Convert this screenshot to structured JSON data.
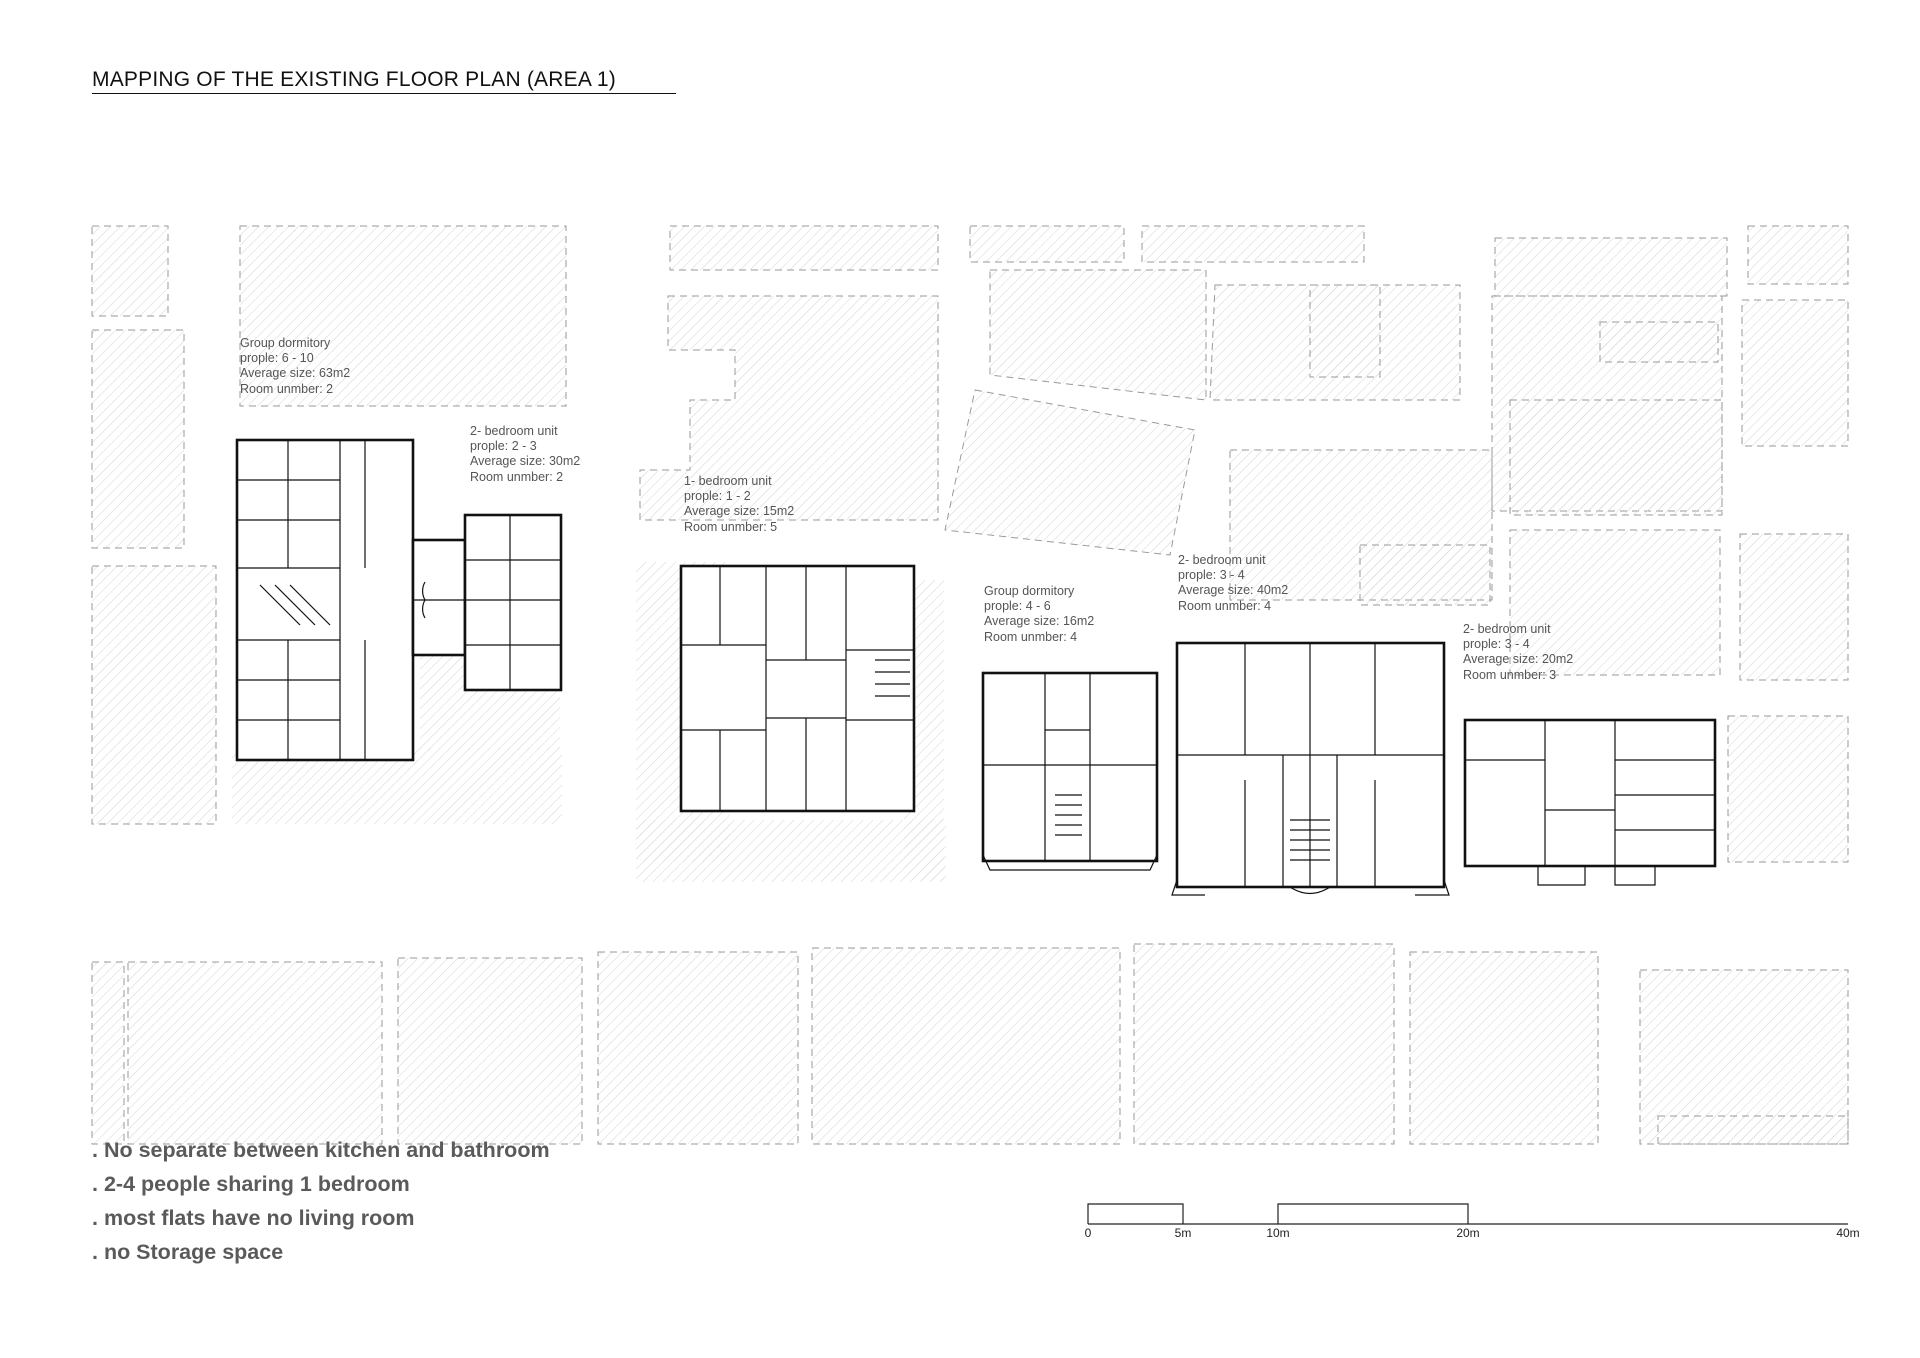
{
  "title": "MAPPING OF THE EXISTING FLOOR PLAN (AREA 1)",
  "units": [
    {
      "type": "Group dormitory",
      "people": "prople: 6 - 10",
      "size": "Average size: 63m2",
      "rooms": "Room unmber: 2"
    },
    {
      "type": "2- bedroom unit",
      "people": "prople: 2 - 3",
      "size": "Average size: 30m2",
      "rooms": "Room unmber: 2"
    },
    {
      "type": "1- bedroom unit",
      "people": "prople: 1 - 2",
      "size": "Average size: 15m2",
      "rooms": "Room unmber: 5"
    },
    {
      "type": "Group dormitory",
      "people": "prople: 4 - 6",
      "size": "Average size: 16m2",
      "rooms": "Room unmber: 4"
    },
    {
      "type": "2- bedroom unit",
      "people": "prople: 3 - 4",
      "size": "Average size: 40m2",
      "rooms": "Room unmber: 4"
    },
    {
      "type": "2- bedroom unit",
      "people": "prople: 3 - 4",
      "size": "Average size: 20m2",
      "rooms": "Room unmber: 3"
    }
  ],
  "notes": [
    ". No separate between kitchen and bathroom",
    ". 2-4 people sharing 1 bedroom",
    ". most flats have no living room",
    ". no Storage space"
  ],
  "scale_bar": {
    "ticks": [
      {
        "label": "0",
        "value": 0
      },
      {
        "label": "5m",
        "value": 5
      },
      {
        "label": "10m",
        "value": 10
      },
      {
        "label": "20m",
        "value": 20
      },
      {
        "label": "40m",
        "value": 40
      }
    ]
  },
  "colors": {
    "hatch": "#cfcfcf",
    "wall": "#111111",
    "text": "#555555"
  }
}
